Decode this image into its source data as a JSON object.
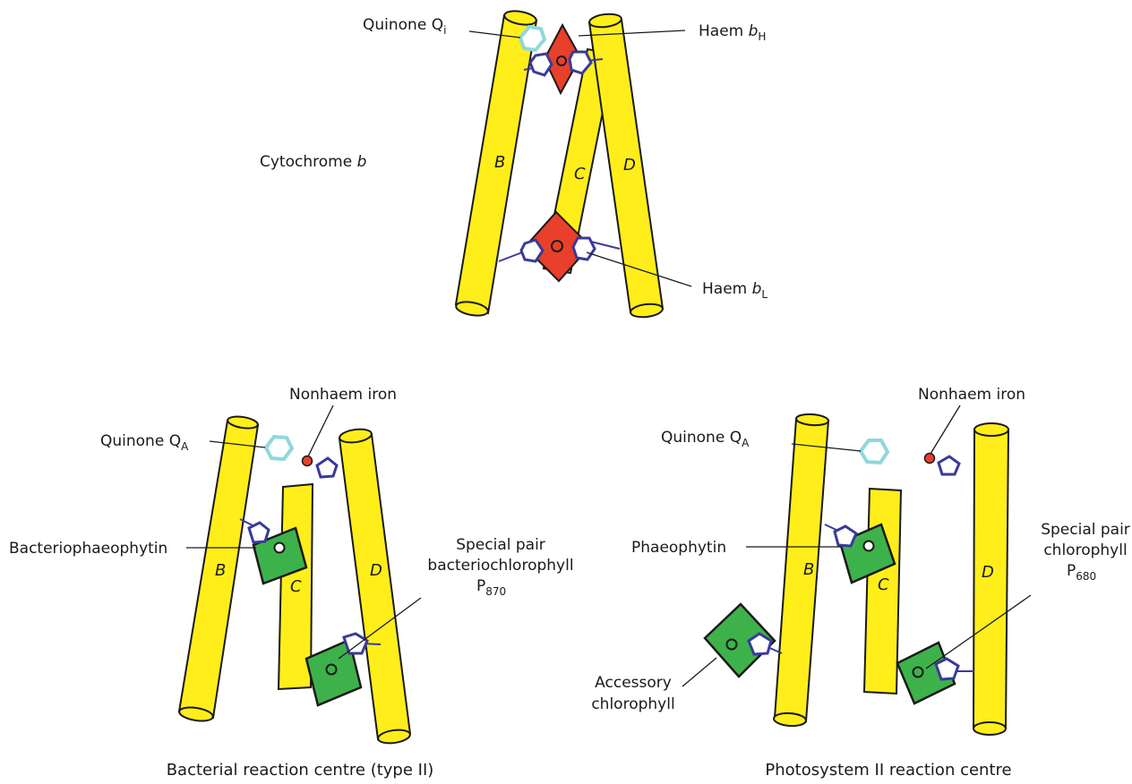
{
  "panels": {
    "cytb": {
      "title_text": "Cytochrome ",
      "title_italic": "b",
      "helix_b": "B",
      "helix_c": "C",
      "helix_d": "D",
      "quinone_qi_main": "Quinone Q",
      "quinone_qi_sub": "i",
      "haem_bh_main": "Haem ",
      "haem_bh_italic": "b",
      "haem_bh_sub": "H",
      "haem_bl_main": "Haem ",
      "haem_bl_italic": "b",
      "haem_bl_sub": "L"
    },
    "bacterial": {
      "caption": "Bacterial reaction centre (type II)",
      "helix_b": "B",
      "helix_c": "C",
      "helix_d": "D",
      "quinone_main": "Quinone Q",
      "quinone_sub": "A",
      "nonhaem_iron": "Nonhaem iron",
      "phaeophytin": "Bacteriophaeophytin",
      "special_pair_line1": "Special pair",
      "special_pair_line2": "bacteriochlorophyll",
      "special_pair_p": "P",
      "special_pair_sub": "870"
    },
    "psii": {
      "caption": "Photosystem II reaction centre",
      "helix_b": "B",
      "helix_c": "C",
      "helix_d": "D",
      "quinone_main": "Quinone Q",
      "quinone_sub": "A",
      "nonhaem_iron": "Nonhaem iron",
      "phaeophytin": "Phaeophytin",
      "accessory_line1": "Accessory",
      "accessory_line2": "chlorophyll",
      "special_pair_line1": "Special pair",
      "special_pair_line2": "chlorophyll",
      "special_pair_p": "P",
      "special_pair_sub": "680"
    }
  },
  "colors": {
    "helix": "#ffee1a",
    "haem": "#e8402a",
    "chlorophyll": "#3db24a",
    "quinone": "#8fd8dc",
    "ligand": "#3a3a9a",
    "iron": "#e8402a"
  }
}
